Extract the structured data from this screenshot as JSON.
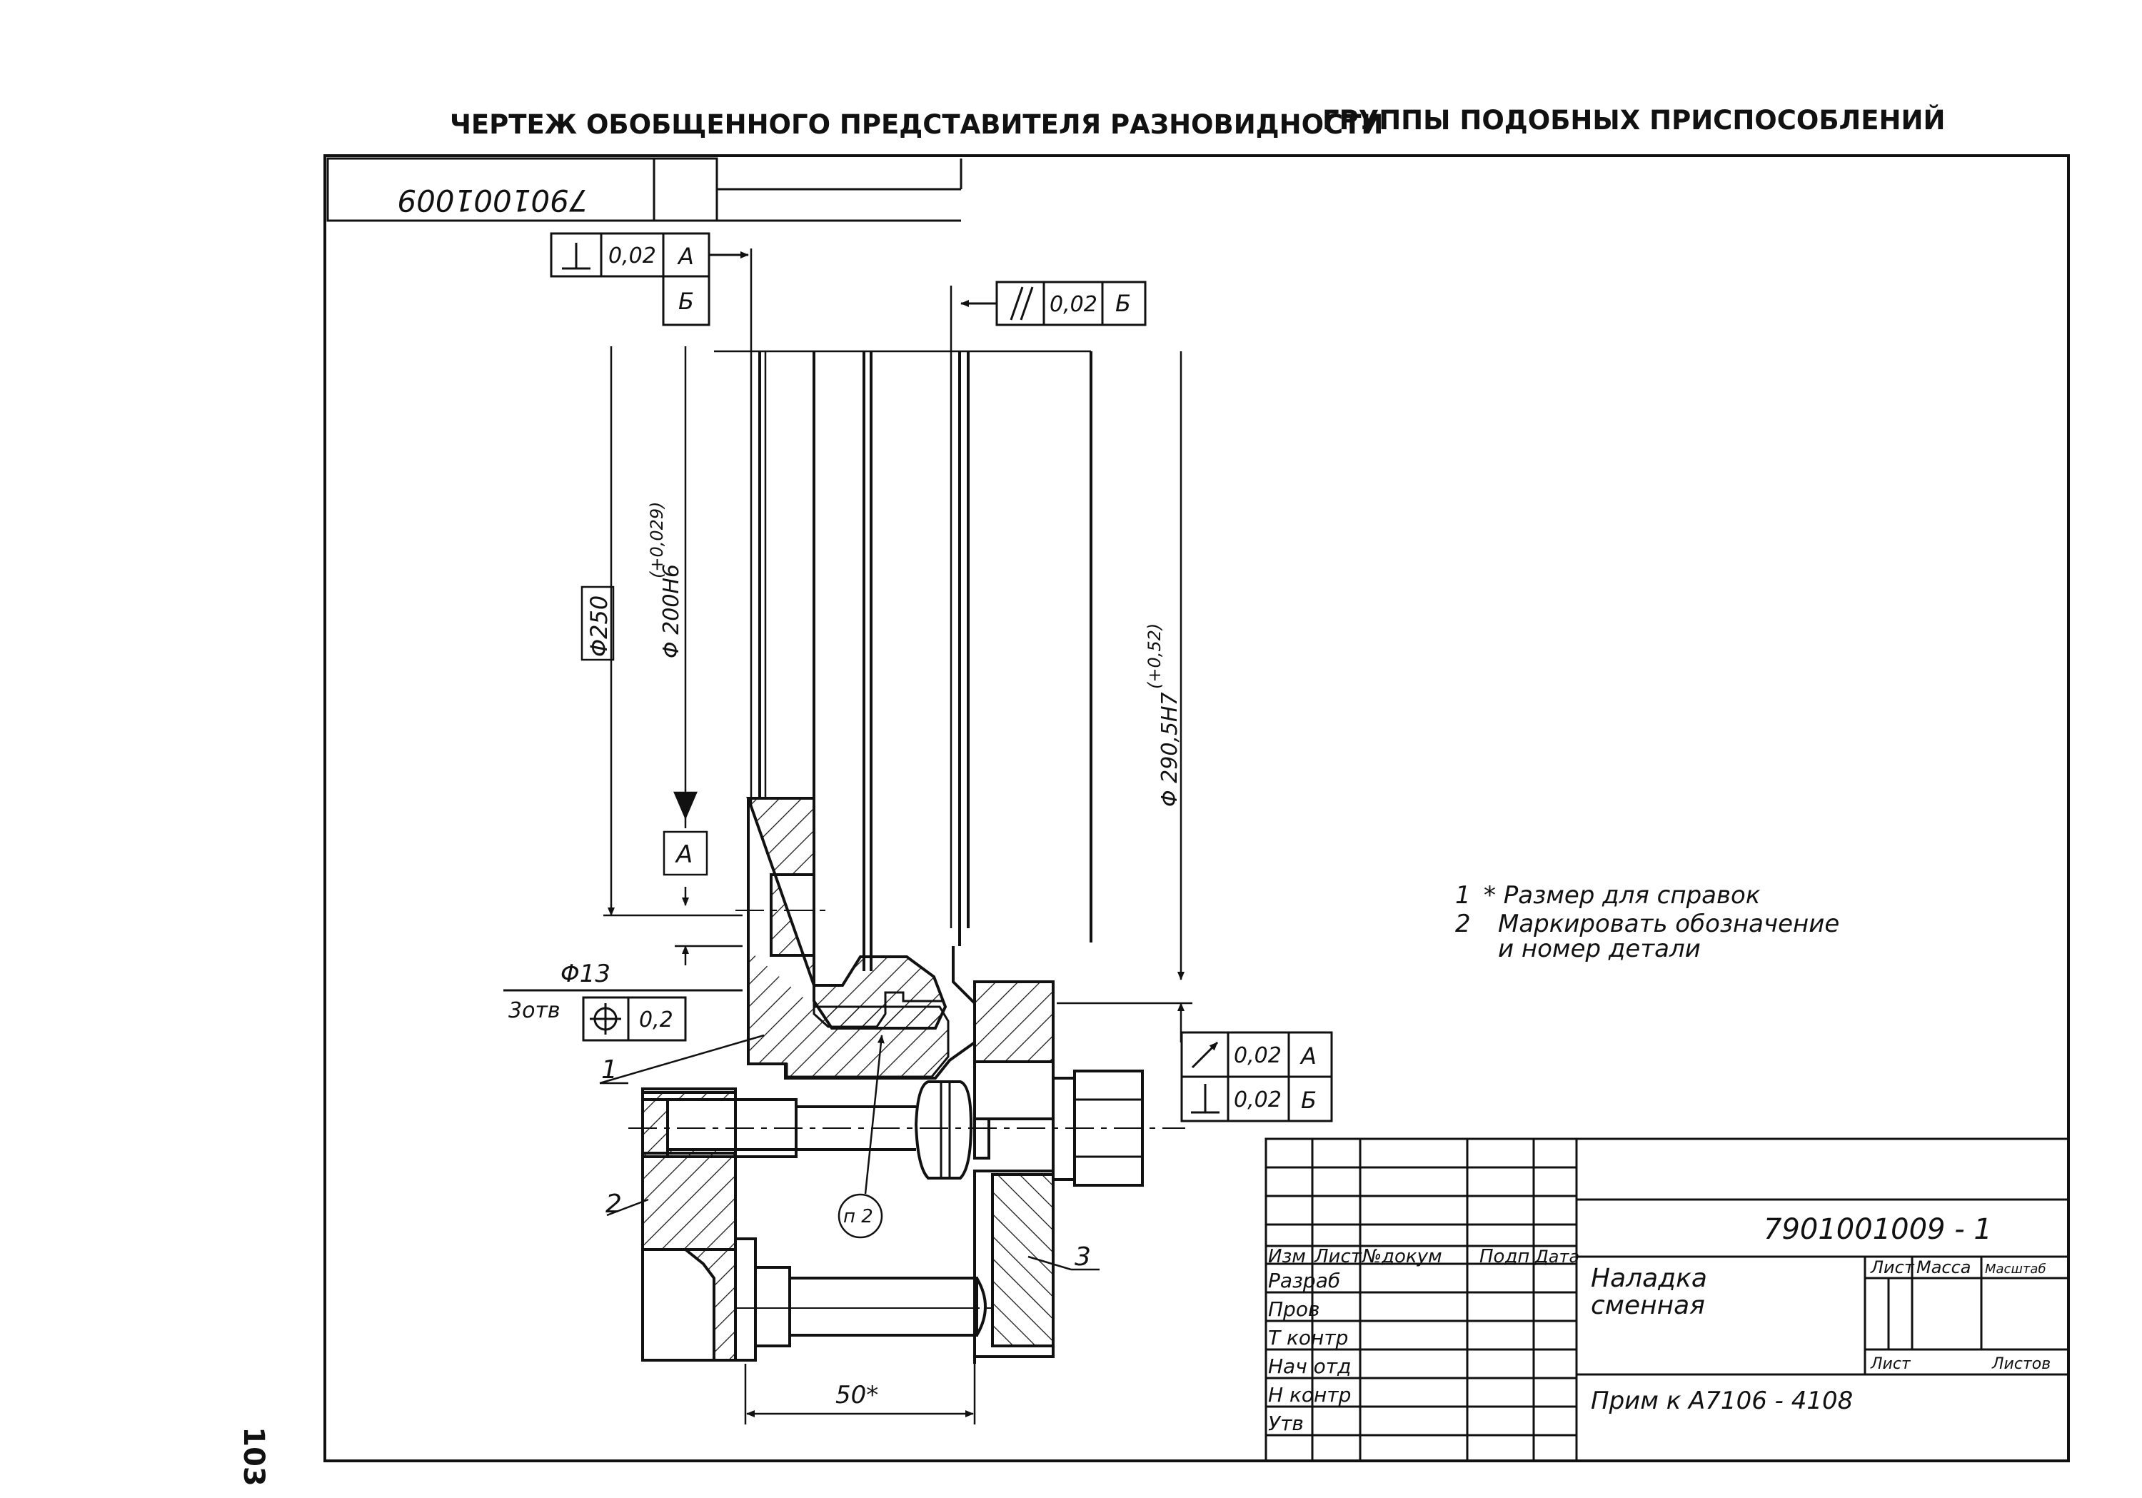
{
  "header": {
    "left": "ЧЕРТЕЖ ОБОБЩЕННОГО ПРЕДСТАВИТЕЛЯ РАЗНОВИДНОСТИ",
    "right": "ГРУППЫ ПОДОБНЫХ ПРИСПОСОБЛЕНИЙ"
  },
  "corner_stamp": "7901001009",
  "page_number": "103",
  "tolerances": {
    "perp_top": {
      "value": "0,02",
      "base1": "А",
      "base2": "Б"
    },
    "parallel": {
      "value": "0,02",
      "base": "Б"
    },
    "position": {
      "size": "Φ13",
      "holes": "3отв",
      "value": "0,2"
    },
    "runout": {
      "value": "0,02",
      "base": "А"
    },
    "perp_bottom": {
      "value": "0,02",
      "base": "Б"
    }
  },
  "dimensions": {
    "d250": "Φ250",
    "d200": "Φ 200Н6",
    "d200_tol": "(+0,029)",
    "d290": "Φ 290,5Н7",
    "d290_tol": "(+0,52)",
    "len50": "50*"
  },
  "datum_a": "А",
  "callouts": {
    "c1": "1",
    "c2": "2",
    "c3": "3",
    "p2": "п 2"
  },
  "notes": {
    "n1_num": "1",
    "n1_text": "* Размер для справок",
    "n2_num": "2",
    "n2_line1": "Маркировать обозначение",
    "n2_line2": "и номер детали"
  },
  "title_block": {
    "doc_number": "7901001009 - 1",
    "name_line1": "Наладка",
    "name_line2": "сменная",
    "applicability": "Прим к А7106 - 4108",
    "columns": [
      "Изм",
      "Лист",
      "№докум",
      "Подп",
      "Дата"
    ],
    "rows": [
      "Разраб",
      "Пров",
      "Т контр",
      "Нач отд",
      "Н контр",
      "Утв"
    ],
    "sheet": "Лист",
    "mass": "Масса",
    "scale": "Масштаб",
    "sheet_label": "Лист",
    "sheets_label": "Листов"
  }
}
